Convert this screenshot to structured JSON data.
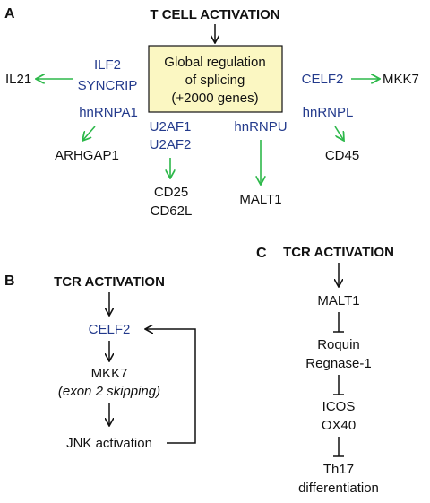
{
  "colors": {
    "protein": "#233a8c",
    "arrow_green": "#2db84a",
    "box_fill": "#fbf7c2",
    "text": "#111111"
  },
  "panel_a": {
    "letter": "A",
    "title": "T CELL ACTIVATION",
    "box_line1": "Global regulation",
    "box_line2": "of splicing",
    "box_line3": "(+2000 genes)",
    "ilf2": "ILF2",
    "syncrip": "SYNCRIP",
    "il21": "IL21",
    "hnrnpa1": "hnRNPA1",
    "arhgap1": "ARHGAP1",
    "u2af1": "U2AF1",
    "u2af2": "U2AF2",
    "cd25": "CD25",
    "cd62l": "CD62L",
    "hnrnpu": "hnRNPU",
    "malt1": "MALT1",
    "celf2": "CELF2",
    "mkk7": "MKK7",
    "hnrnpl": "hnRNPL",
    "cd45": "CD45"
  },
  "panel_b": {
    "letter": "B",
    "title": "TCR ACTIVATION",
    "celf2": "CELF2",
    "mkk7": "MKK7",
    "exon": "(exon 2 skipping)",
    "jnk": "JNK activation"
  },
  "panel_c": {
    "letter": "C",
    "title": "TCR ACTIVATION",
    "malt1": "MALT1",
    "roquin": "Roquin",
    "regnase": "Regnase-1",
    "icos": "ICOS",
    "ox40": "OX40",
    "th17": "Th17",
    "differentiation": "differentiation"
  }
}
